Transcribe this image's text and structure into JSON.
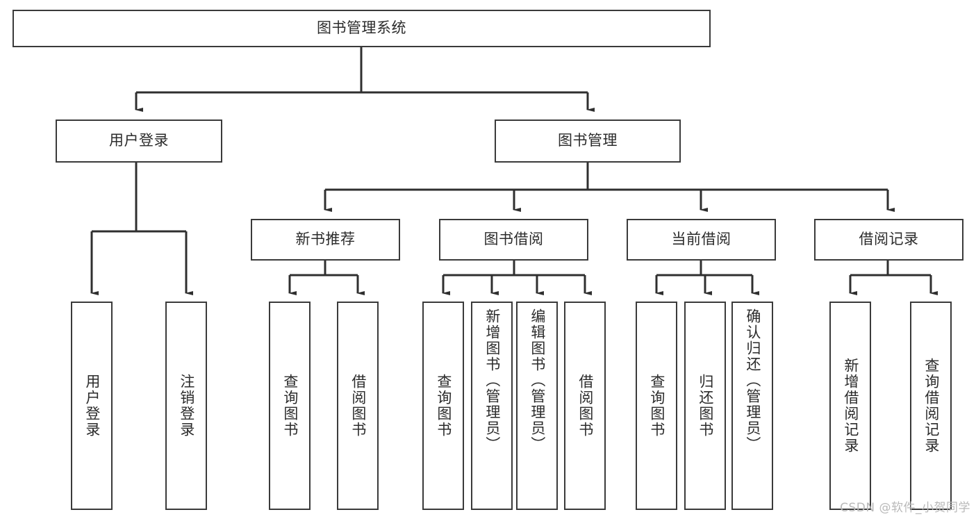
{
  "diagram": {
    "title": "图书管理系统",
    "type": "hierarchy-tree",
    "colors": {
      "box_border": "#3a3a3a",
      "box_fill": "#ffffff",
      "edge": "#2f2f2f",
      "text": "#2b2b2b",
      "watermark": "#b9b9b9",
      "background": "#ffffff"
    },
    "watermark": "CSDN @软件_小贺同学",
    "nodes": {
      "root": {
        "label": "图书管理系统",
        "level": 0
      },
      "l1": [
        {
          "id": "user_login",
          "label": "用户登录",
          "level": 1
        },
        {
          "id": "book_mgmt",
          "label": "图书管理",
          "level": 1
        }
      ],
      "l2": [
        {
          "id": "new_book_rec",
          "label": "新书推荐",
          "level": 2,
          "parent": "book_mgmt"
        },
        {
          "id": "book_borrow",
          "label": "图书借阅",
          "level": 2,
          "parent": "book_mgmt"
        },
        {
          "id": "current_borrow",
          "label": "当前借阅",
          "level": 2,
          "parent": "book_mgmt"
        },
        {
          "id": "borrow_record",
          "label": "借阅记录",
          "level": 2,
          "parent": "book_mgmt"
        }
      ],
      "leaves": [
        {
          "id": "leaf_user_login",
          "label": "用户登录",
          "parent": "user_login"
        },
        {
          "id": "leaf_user_logout",
          "label": "注销登录",
          "parent": "user_login"
        },
        {
          "id": "leaf_query_book_1",
          "label": "查询图书",
          "parent": "new_book_rec"
        },
        {
          "id": "leaf_borrow_book_1",
          "label": "借阅图书",
          "parent": "new_book_rec"
        },
        {
          "id": "leaf_query_book_2",
          "label": "查询图书",
          "parent": "book_borrow"
        },
        {
          "id": "leaf_add_book",
          "label": "新增图书（管理员）",
          "parent": "book_borrow"
        },
        {
          "id": "leaf_edit_book",
          "label": "编辑图书（管理员）",
          "parent": "book_borrow"
        },
        {
          "id": "leaf_borrow_book_2",
          "label": "借阅图书",
          "parent": "book_borrow"
        },
        {
          "id": "leaf_query_book_3",
          "label": "查询图书",
          "parent": "current_borrow"
        },
        {
          "id": "leaf_return_book",
          "label": "归还图书",
          "parent": "current_borrow"
        },
        {
          "id": "leaf_confirm_return",
          "label": "确认归还（管理员）",
          "parent": "current_borrow"
        },
        {
          "id": "leaf_add_record",
          "label": "新增借阅记录",
          "parent": "borrow_record"
        },
        {
          "id": "leaf_query_record",
          "label": "查询借阅记录",
          "parent": "borrow_record"
        }
      ]
    }
  }
}
